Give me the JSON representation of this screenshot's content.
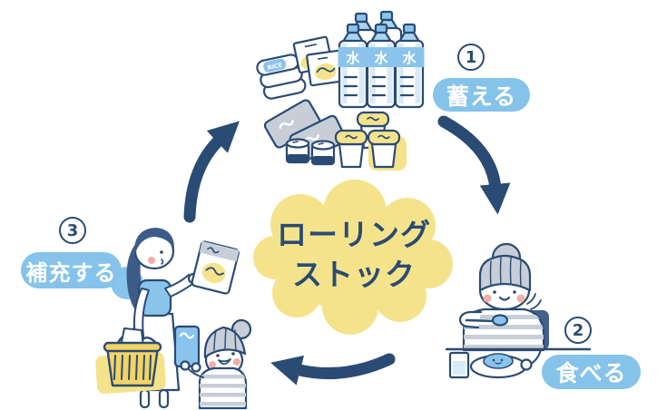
{
  "diagram": {
    "title_line1": "ローリング",
    "title_line2": "ストック",
    "water_label": "水",
    "rice_label": "RiCE",
    "steps": [
      {
        "number": "1",
        "label": "蓄える",
        "name": "store"
      },
      {
        "number": "2",
        "label": "食べる",
        "name": "eat"
      },
      {
        "number": "3",
        "label": "補充する",
        "name": "restock"
      }
    ],
    "colors": {
      "navy": "#2A4B73",
      "pill_blue": "#85C3EA",
      "cloud_yellow": "#F5E38C",
      "basket_yellow": "#F2D465",
      "gray": "#C8CED8",
      "light_blue": "#8AC4EC",
      "pale_blue": "#D9EAF8",
      "cheek_pink": "#F2AFAA"
    }
  }
}
